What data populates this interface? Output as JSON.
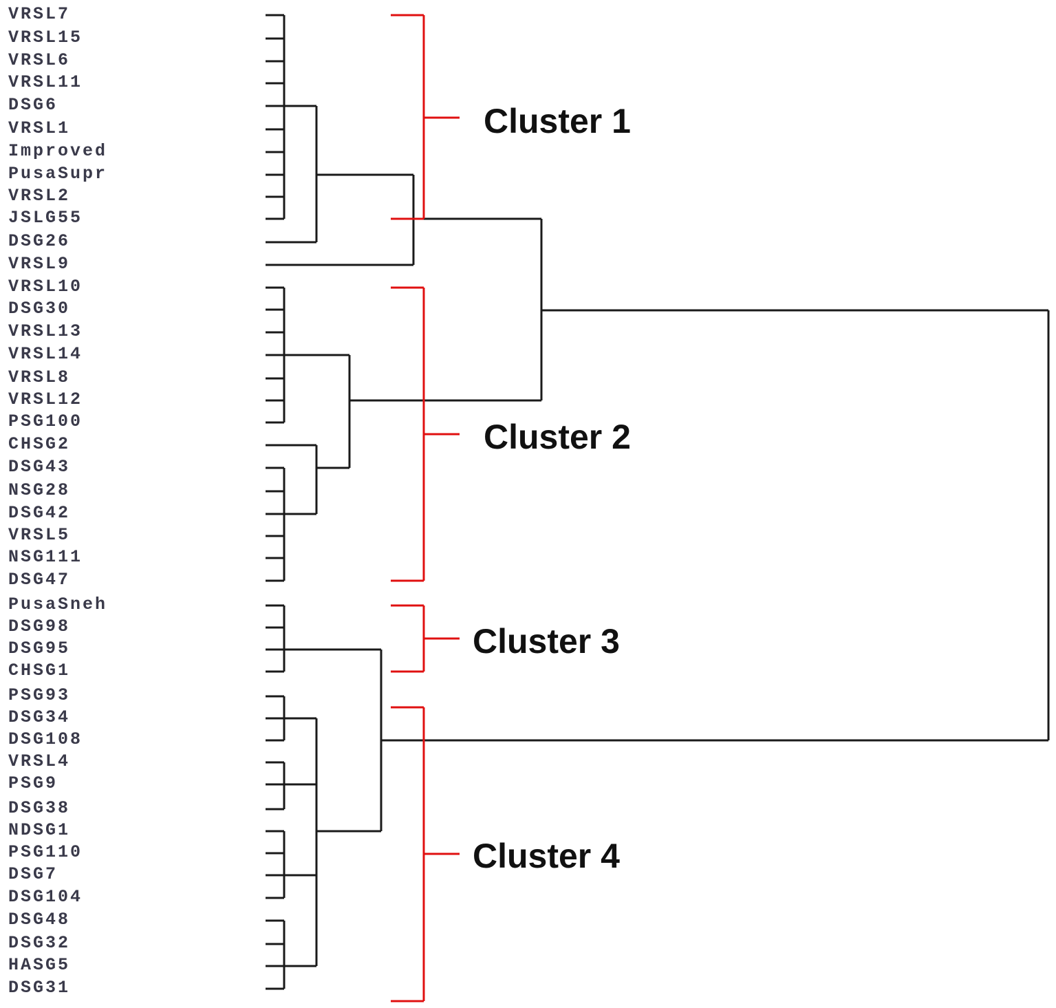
{
  "leaves": [
    "VRSL7",
    "VRSL15",
    "VRSL6",
    "VRSL11",
    "DSG6",
    "VRSL1",
    "Improved",
    "PusaSupr",
    "VRSL2",
    "JSLG55",
    "DSG26",
    "VRSL9",
    "VRSL10",
    "DSG30",
    "VRSL13",
    "VRSL14",
    "VRSL8",
    "VRSL12",
    "PSG100",
    "CHSG2",
    "DSG43",
    "NSG28",
    "DSG42",
    "VRSL5",
    "NSG111",
    "DSG47",
    "PusaSneh",
    "DSG98",
    "DSG95",
    "CHSG1",
    "PSG93",
    "DSG34",
    "DSG108",
    "VRSL4",
    "PSG9",
    "DSG38",
    "NDSG1",
    "PSG110",
    "DSG7",
    "DSG104",
    "DSG48",
    "DSG32",
    "HASG5",
    "DSG31"
  ],
  "clusters": [
    {
      "label": "Cluster 1",
      "first_leaf": "VRSL7",
      "last_leaf": "JSLG55"
    },
    {
      "label": "Cluster 2",
      "first_leaf": "VRSL10",
      "last_leaf": "DSG47"
    },
    {
      "label": "Cluster 3",
      "first_leaf": "PusaSneh",
      "last_leaf": "CHSG1"
    },
    {
      "label": "Cluster 4",
      "first_leaf": "PSG93",
      "last_leaf": "DSG31"
    }
  ],
  "colors": {
    "tree": "#1a1a1a",
    "bracket": "#e01010",
    "leaf_text": "#3a3a4a",
    "cluster_text": "#111111"
  }
}
